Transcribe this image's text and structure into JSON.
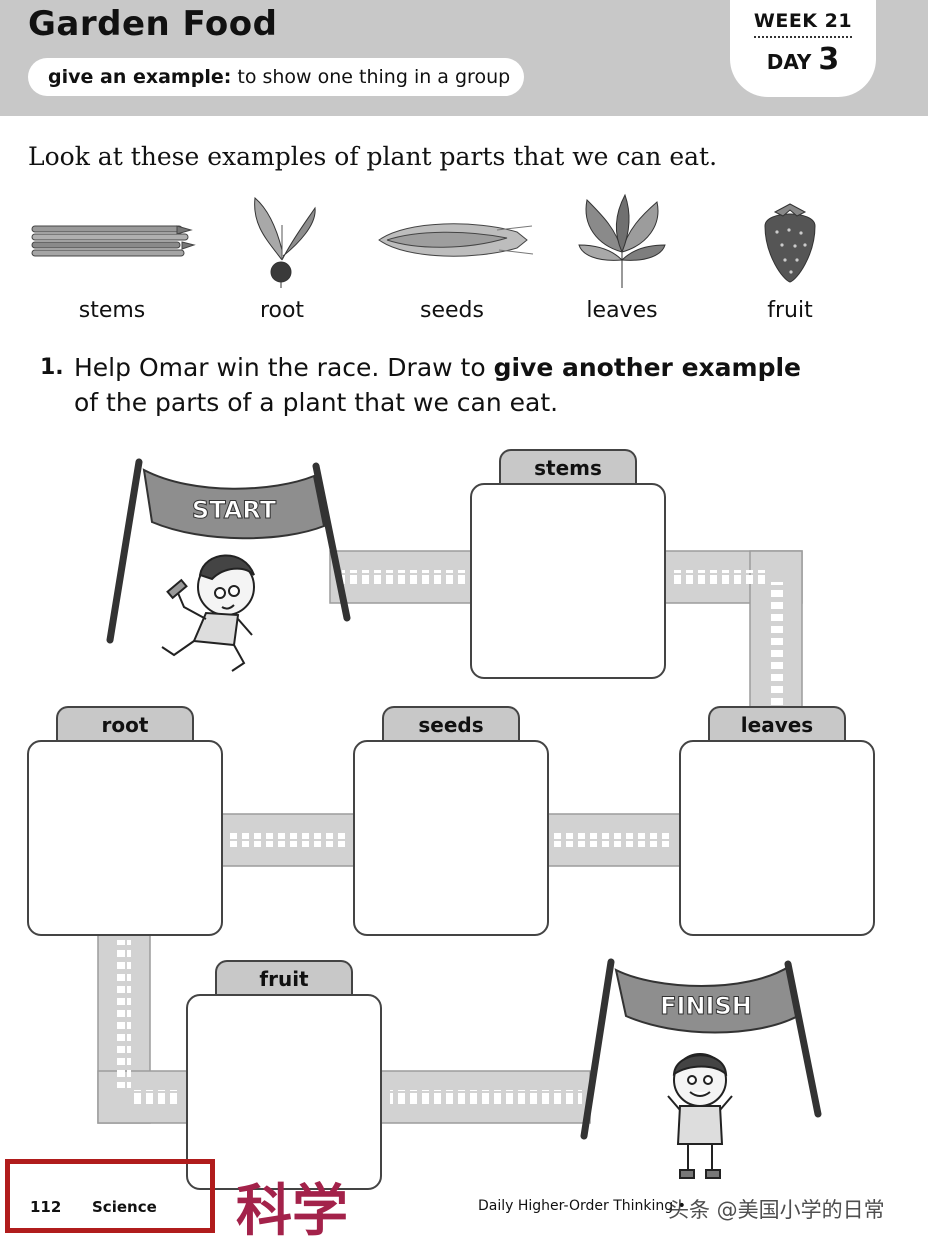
{
  "header": {
    "title": "Garden Food",
    "definition_term": "give an example:",
    "definition_text": "to show one thing in a group",
    "week_label": "WEEK 21",
    "day_label": "DAY",
    "day_number": "3"
  },
  "intro": "Look at these examples of plant parts that we can eat.",
  "examples": [
    {
      "label": "stems",
      "icon": "asparagus-icon"
    },
    {
      "label": "root",
      "icon": "radish-icon"
    },
    {
      "label": "seeds",
      "icon": "corn-icon"
    },
    {
      "label": "leaves",
      "icon": "leafy-greens-icon"
    },
    {
      "label": "fruit",
      "icon": "strawberry-icon"
    }
  ],
  "question": {
    "number": "1.",
    "text_before": "Help Omar win the race. Draw to",
    "bold": "give another example",
    "text_line2": "of the parts of a plant that we can eat."
  },
  "race": {
    "start_label": "START",
    "finish_label": "FINISH",
    "boxes": [
      "stems",
      "root",
      "seeds",
      "leaves",
      "fruit"
    ]
  },
  "footer": {
    "page_number": "112",
    "subject": "Science",
    "subject_cn": "科学",
    "series": "Daily Higher-Order Thinking • ",
    "watermark": "头条 @美国小学的日常"
  },
  "colors": {
    "header_gray": "#c8c8c8",
    "frame_red": "#b01c1c",
    "cn_text": "#a3224a"
  }
}
